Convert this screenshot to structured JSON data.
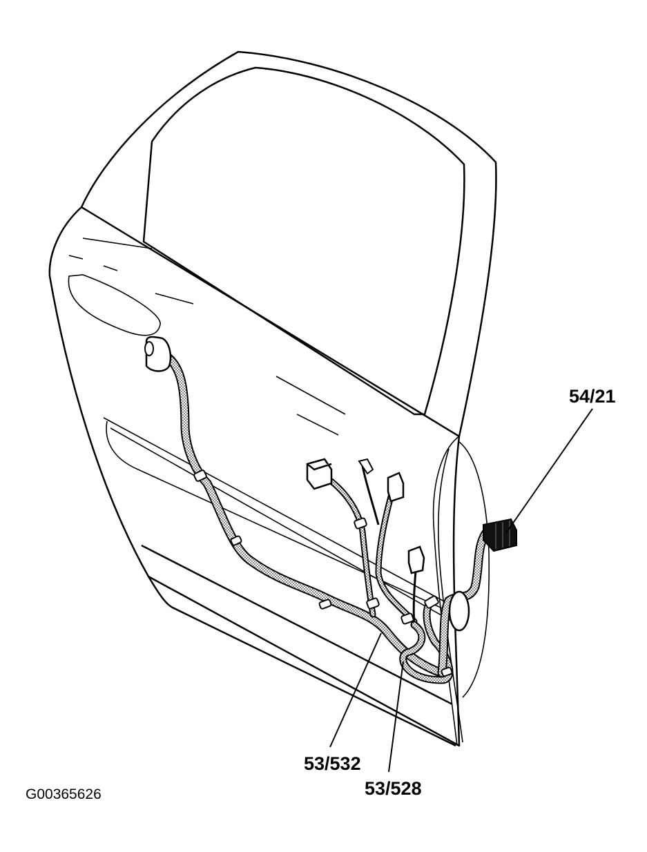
{
  "callouts": {
    "harness_connector": "54/21",
    "harness_clip_a": "53/532",
    "harness_clip_b": "53/528"
  },
  "figure_id": "G00365626",
  "colors": {
    "line": "#000000",
    "background": "#ffffff",
    "harness_fill": "#c8c8c8",
    "connector_fill": "#111111"
  }
}
